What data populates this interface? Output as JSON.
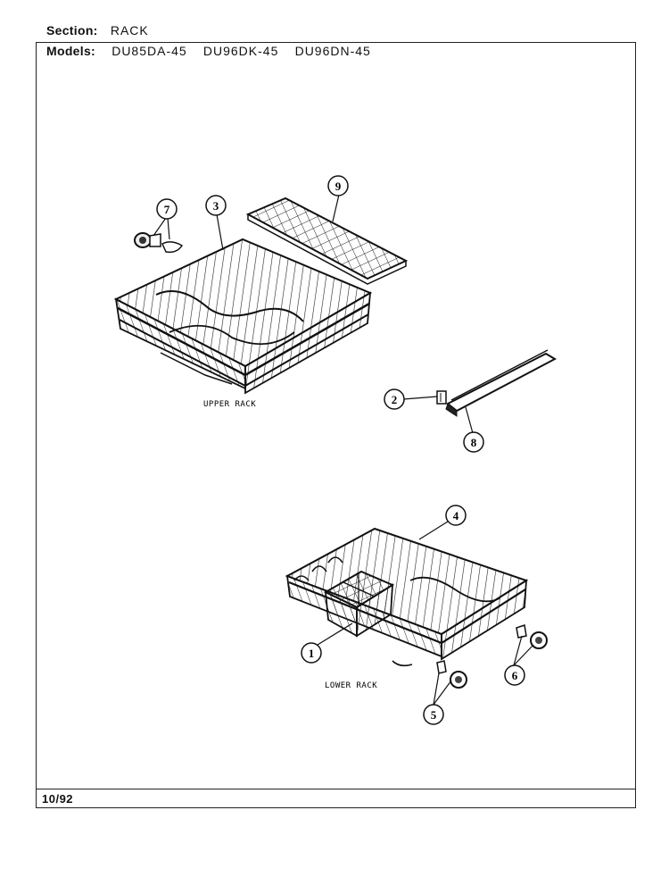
{
  "header": {
    "section_label": "Section:",
    "section_value": "RACK",
    "models_label": "Models:",
    "models": [
      "DU85DA-45",
      "DU96DK-45",
      "DU96DN-45"
    ]
  },
  "footer": {
    "date": "10/92"
  },
  "captions": {
    "upper": "UPPER RACK",
    "lower": "LOWER RACK"
  },
  "callouts": [
    "1",
    "2",
    "3",
    "4",
    "5",
    "6",
    "7",
    "8",
    "9"
  ]
}
